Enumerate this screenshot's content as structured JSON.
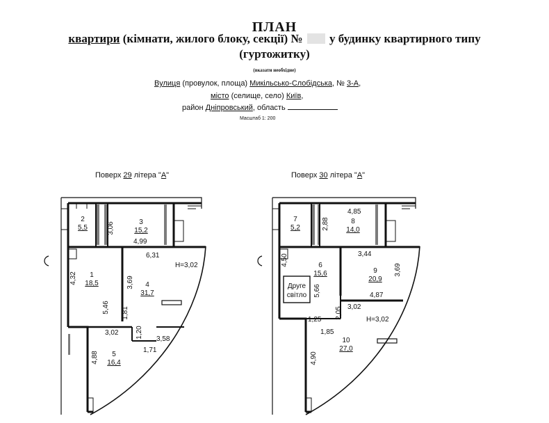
{
  "header": {
    "title": "ПЛАН",
    "line2_underlined": "квартири",
    "line2_rest": " (кімнати, жилого блоку, секції) №",
    "line2_end": "у будинку квартирного типу",
    "line3": "(гуртожитку)",
    "note": "(вказати необхідне)"
  },
  "address": {
    "street_label": "Вулиця",
    "street_options": " (провулок, площа) ",
    "street_value": "Микільсько-Слобідська",
    "number_label": ", № ",
    "number_value": "3-А",
    "number_suffix": ",",
    "city_label": "місто",
    "city_options": " (селище, село) ",
    "city_value": "Київ",
    "city_suffix": ",",
    "district_label": "район ",
    "district_value": "Дніпровський",
    "region_label": ", область"
  },
  "scale": "Масштаб 1: 200",
  "floor29": {
    "title_pre": "Поверх ",
    "floor_num": "29",
    "title_mid": " літера \"",
    "letter": "А",
    "title_end": "\"",
    "rooms": [
      {
        "num": "1",
        "area": "18,5"
      },
      {
        "num": "2",
        "area": "5,5"
      },
      {
        "num": "3",
        "area": "15,2"
      },
      {
        "num": "4",
        "area": "31,7"
      },
      {
        "num": "5",
        "area": "16,4"
      }
    ],
    "dims": [
      "3,06",
      "4,99",
      "6,31",
      "4,32",
      "3,69",
      "5,46",
      "1,81",
      "3,02",
      "1,20",
      "3,58",
      "1,71",
      "4,88"
    ],
    "height": "Н=3,02"
  },
  "floor30": {
    "title_pre": "Поверх ",
    "floor_num": "30",
    "title_mid": " літера \"",
    "letter": "А",
    "title_end": "\"",
    "rooms": [
      {
        "num": "6",
        "area": "15,6"
      },
      {
        "num": "7",
        "area": "5,2"
      },
      {
        "num": "8",
        "area": "14,0"
      },
      {
        "num": "9",
        "area": "20,9"
      },
      {
        "num": "10",
        "area": "27,0"
      }
    ],
    "second_light_1": "Друге",
    "second_light_2": "світло",
    "dims": [
      "4,85",
      "2,88",
      "3,44",
      "4,50",
      "3,69",
      "5,66",
      "4,87",
      "3,02",
      "2,05",
      "1,25",
      "1,85",
      "4,90"
    ],
    "height": "Н=3,02"
  }
}
